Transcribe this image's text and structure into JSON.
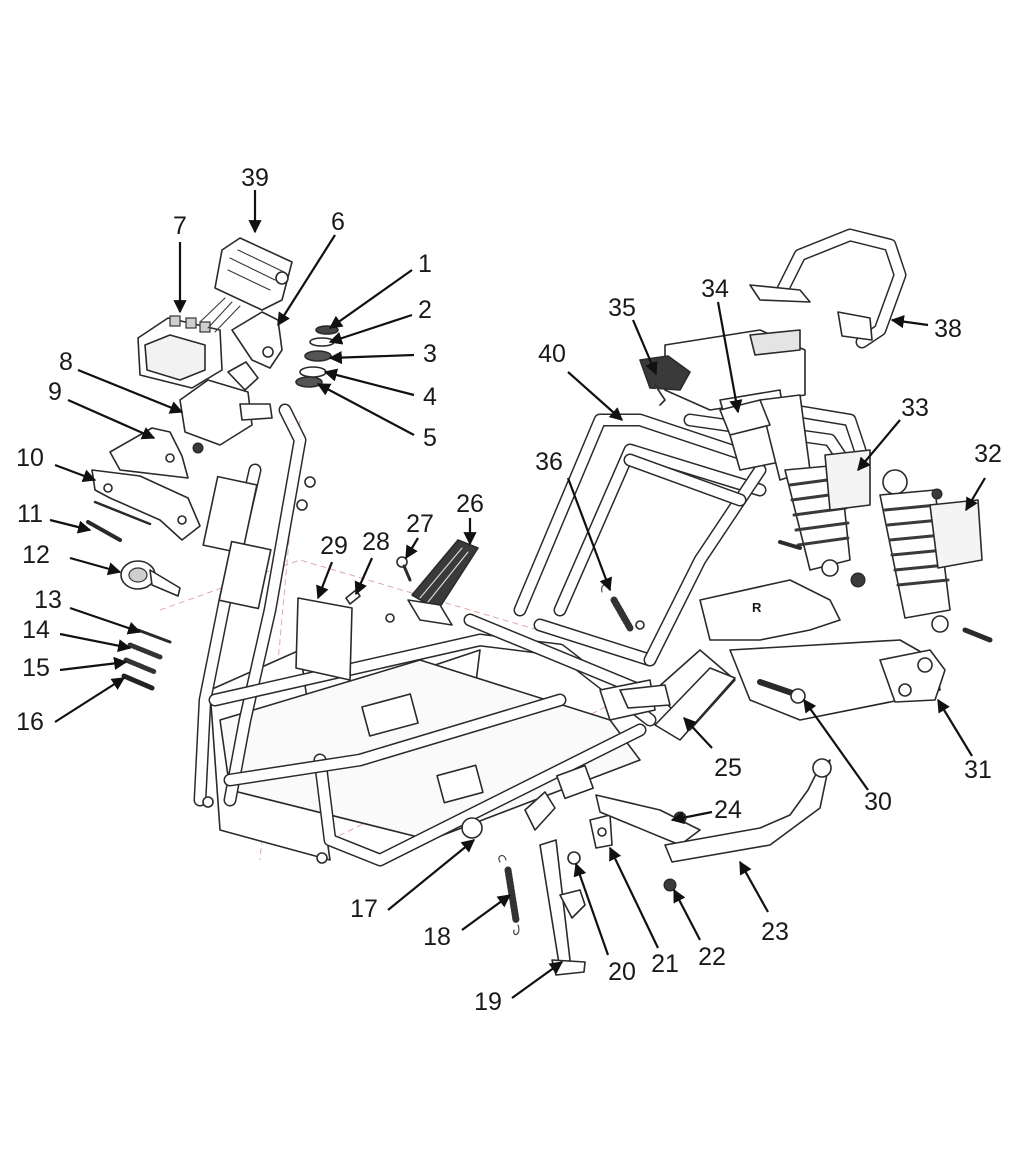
{
  "diagram": {
    "callouts": [
      {
        "id": "1",
        "text": "1"
      },
      {
        "id": "2",
        "text": "2"
      },
      {
        "id": "3",
        "text": "3"
      },
      {
        "id": "4",
        "text": "4"
      },
      {
        "id": "5",
        "text": "5"
      },
      {
        "id": "6",
        "text": "6"
      },
      {
        "id": "7",
        "text": "7"
      },
      {
        "id": "8",
        "text": "8"
      },
      {
        "id": "9",
        "text": "9"
      },
      {
        "id": "10",
        "text": "10"
      },
      {
        "id": "11",
        "text": "11"
      },
      {
        "id": "12",
        "text": "12"
      },
      {
        "id": "13",
        "text": "13"
      },
      {
        "id": "14",
        "text": "14"
      },
      {
        "id": "15",
        "text": "15"
      },
      {
        "id": "16",
        "text": "16"
      },
      {
        "id": "17",
        "text": "17"
      },
      {
        "id": "18",
        "text": "18"
      },
      {
        "id": "19",
        "text": "19"
      },
      {
        "id": "20",
        "text": "20"
      },
      {
        "id": "21",
        "text": "21"
      },
      {
        "id": "22",
        "text": "22"
      },
      {
        "id": "23",
        "text": "23"
      },
      {
        "id": "24",
        "text": "24"
      },
      {
        "id": "25",
        "text": "25"
      },
      {
        "id": "26",
        "text": "26"
      },
      {
        "id": "27",
        "text": "27"
      },
      {
        "id": "28",
        "text": "28"
      },
      {
        "id": "29",
        "text": "29"
      },
      {
        "id": "30",
        "text": "30"
      },
      {
        "id": "31",
        "text": "31"
      },
      {
        "id": "32",
        "text": "32"
      },
      {
        "id": "33",
        "text": "33"
      },
      {
        "id": "34",
        "text": "34"
      },
      {
        "id": "35",
        "text": "35"
      },
      {
        "id": "36",
        "text": "36"
      },
      {
        "id": "38",
        "text": "38"
      },
      {
        "id": "39",
        "text": "39"
      },
      {
        "id": "40",
        "text": "40"
      }
    ],
    "swingarm_mark": "R"
  }
}
